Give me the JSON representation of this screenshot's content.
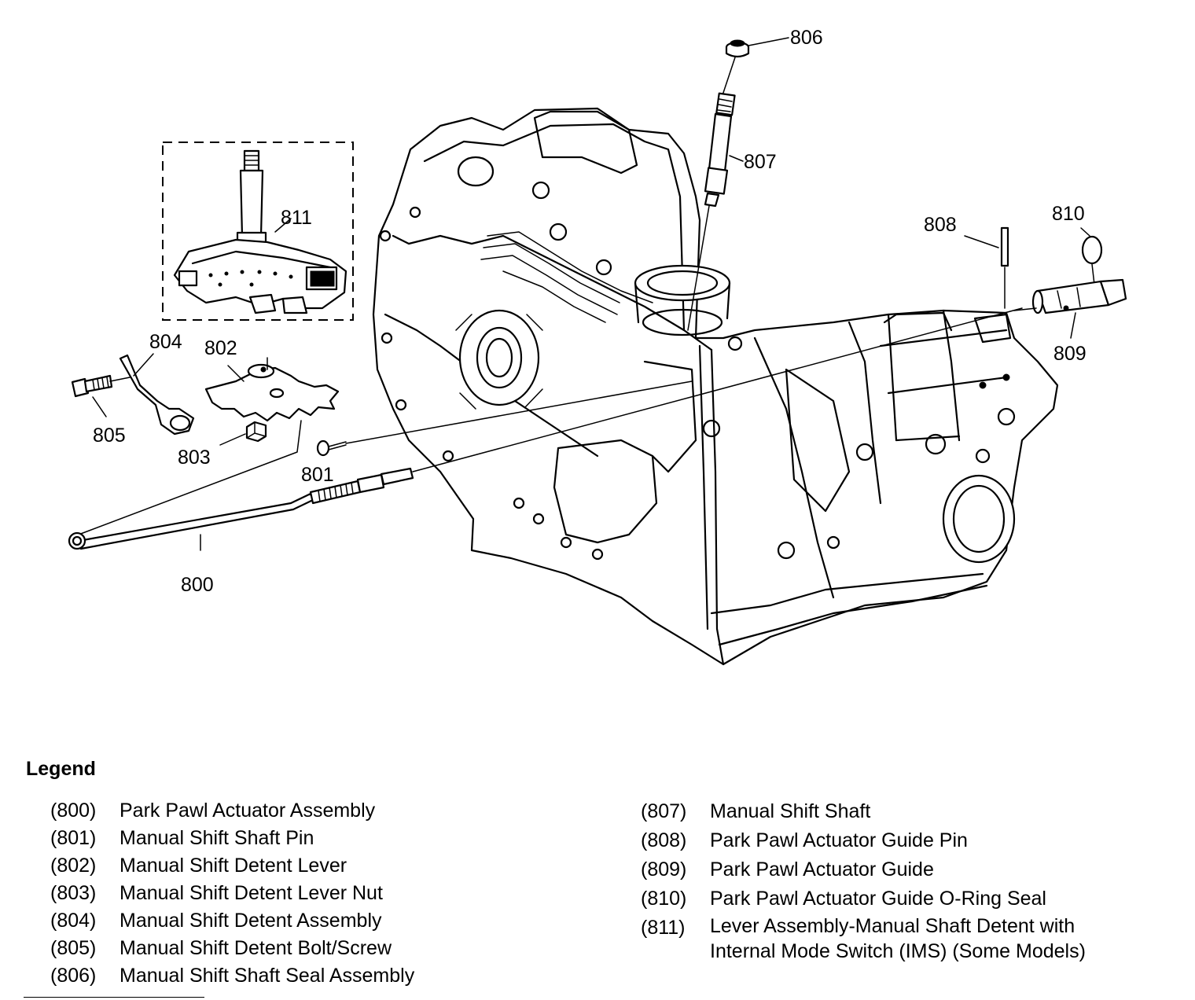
{
  "diagram": {
    "callouts": [
      "800",
      "801",
      "802",
      "803",
      "804",
      "805",
      "806",
      "807",
      "808",
      "809",
      "810",
      "811"
    ]
  },
  "legend": {
    "title": "Legend",
    "left": [
      {
        "code": "(800)",
        "desc": "Park Pawl Actuator Assembly"
      },
      {
        "code": "(801)",
        "desc": "Manual Shift Shaft Pin"
      },
      {
        "code": "(802)",
        "desc": "Manual Shift Detent Lever"
      },
      {
        "code": "(803)",
        "desc": "Manual Shift Detent Lever Nut"
      },
      {
        "code": "(804)",
        "desc": "Manual Shift Detent Assembly"
      },
      {
        "code": "(805)",
        "desc": "Manual Shift Detent Bolt/Screw"
      },
      {
        "code": "(806)",
        "desc": "Manual Shift Shaft Seal Assembly"
      }
    ],
    "right": [
      {
        "code": "(807)",
        "desc": "Manual Shift Shaft"
      },
      {
        "code": "(808)",
        "desc": "Park Pawl Actuator Guide Pin"
      },
      {
        "code": "(809)",
        "desc": "Park Pawl Actuator Guide"
      },
      {
        "code": "(810)",
        "desc": "Park Pawl Actuator Guide O-Ring Seal"
      },
      {
        "code": "(811)",
        "desc": "Lever Assembly-Manual Shaft Detent with\nInternal Mode Switch (IMS) (Some Models)"
      }
    ]
  }
}
